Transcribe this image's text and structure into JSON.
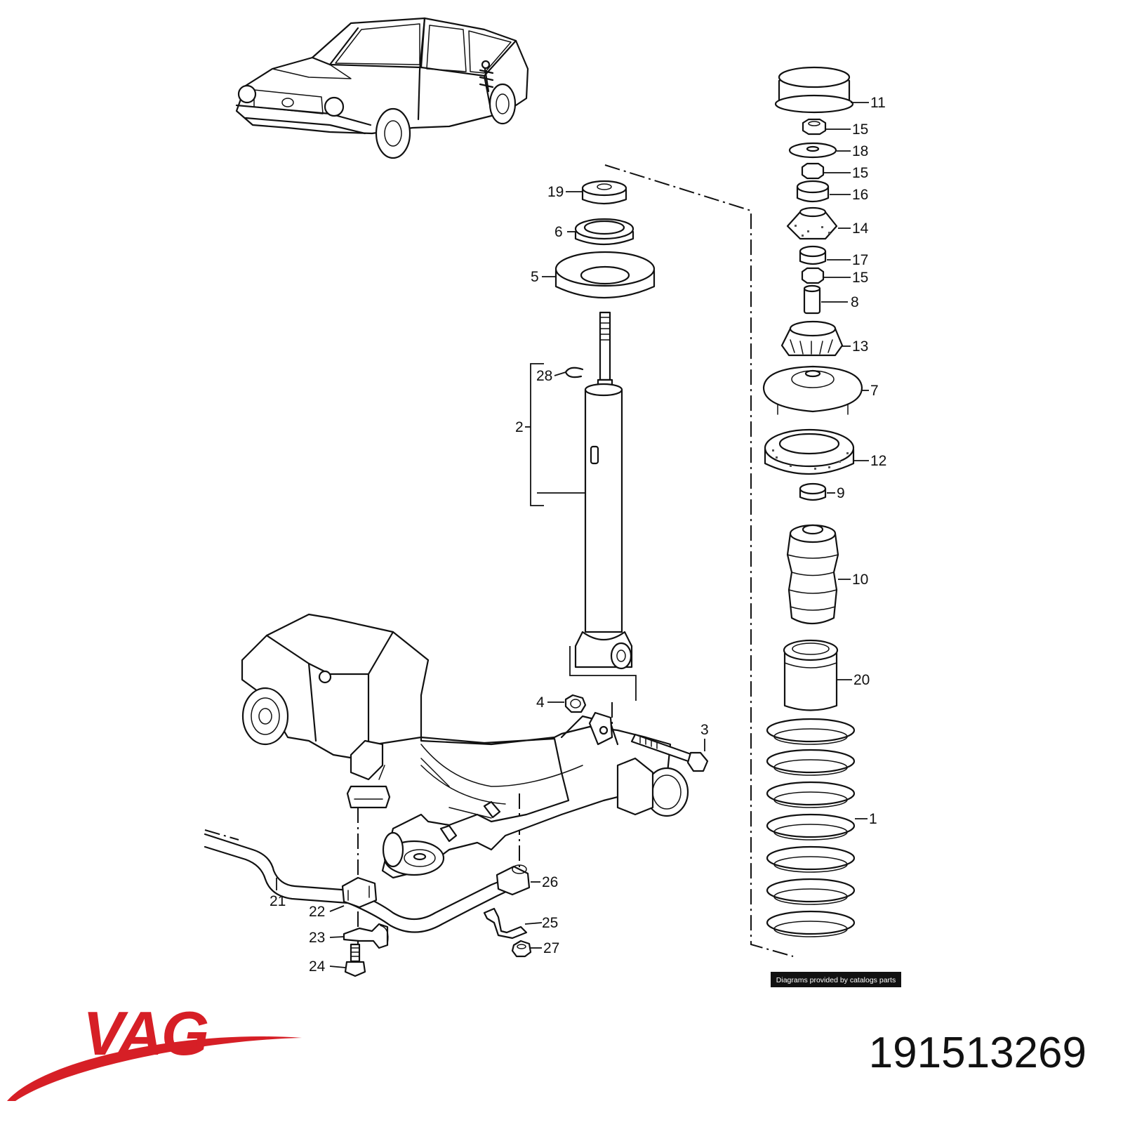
{
  "credit": "Diagrams provided by catalogs parts",
  "brand": {
    "name": "VAG",
    "color": "#d61f26"
  },
  "part_number": "191513269",
  "callouts": [
    {
      "id": "11",
      "text": "11"
    },
    {
      "id": "15a",
      "text": "15"
    },
    {
      "id": "18",
      "text": "18"
    },
    {
      "id": "15b",
      "text": "15"
    },
    {
      "id": "16",
      "text": "16"
    },
    {
      "id": "14",
      "text": "14"
    },
    {
      "id": "17",
      "text": "17"
    },
    {
      "id": "15c",
      "text": "15"
    },
    {
      "id": "8",
      "text": "8"
    },
    {
      "id": "13",
      "text": "13"
    },
    {
      "id": "7",
      "text": "7"
    },
    {
      "id": "12",
      "text": "12"
    },
    {
      "id": "9",
      "text": "9"
    },
    {
      "id": "10",
      "text": "10"
    },
    {
      "id": "20",
      "text": "20"
    },
    {
      "id": "1",
      "text": "1"
    },
    {
      "id": "19",
      "text": "19"
    },
    {
      "id": "6",
      "text": "6"
    },
    {
      "id": "5",
      "text": "5"
    },
    {
      "id": "28",
      "text": "28"
    },
    {
      "id": "2",
      "text": "2"
    },
    {
      "id": "4",
      "text": "4"
    },
    {
      "id": "3",
      "text": "3"
    },
    {
      "id": "26",
      "text": "26"
    },
    {
      "id": "21",
      "text": "21"
    },
    {
      "id": "22",
      "text": "22"
    },
    {
      "id": "25",
      "text": "25"
    },
    {
      "id": "23",
      "text": "23"
    },
    {
      "id": "27",
      "text": "27"
    },
    {
      "id": "24",
      "text": "24"
    }
  ]
}
